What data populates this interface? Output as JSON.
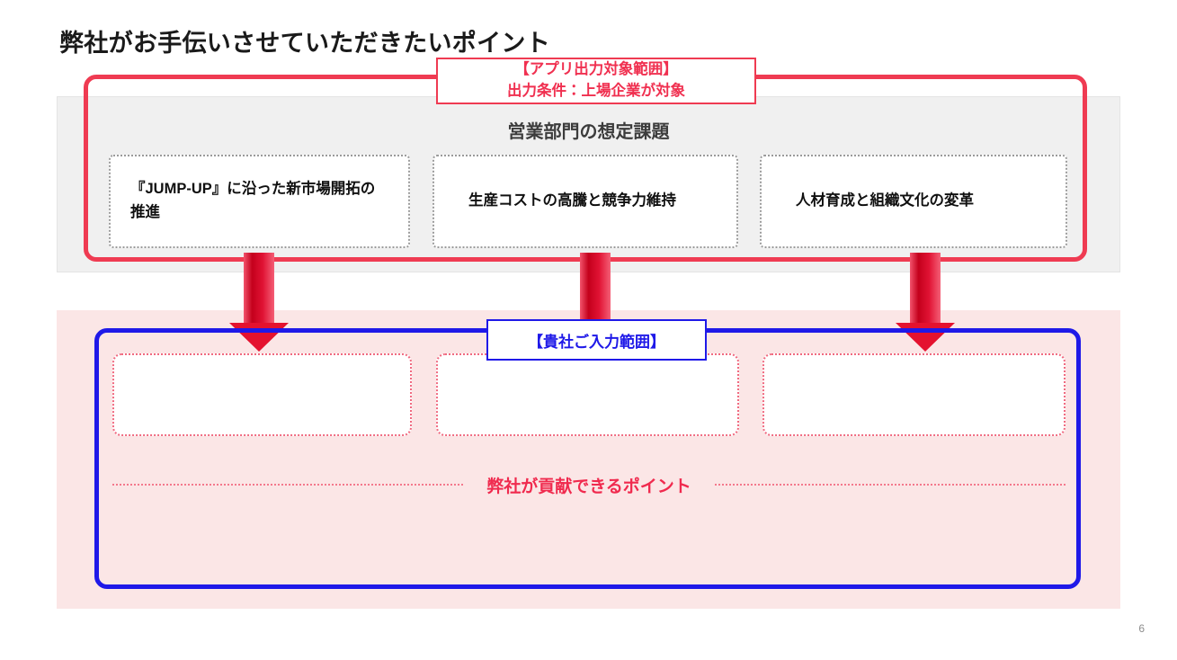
{
  "slide": {
    "title": "弊社がお手伝いさせていただきたいポイント",
    "page_number": "6"
  },
  "upper_section": {
    "heading": "営業部門の想定課題",
    "frame_color": "#ef3b52",
    "panel_color": "#f0f0f0",
    "issue_cards": [
      {
        "text": "『JUMP-UP』に沿った新市場開拓の推進"
      },
      {
        "text": "生産コストの高騰と競争力維持"
      },
      {
        "text": "人材育成と組織文化の変革"
      }
    ]
  },
  "callouts": {
    "app_scope": {
      "line1": "【アプリ出力対象範囲】",
      "line2": "出力条件：上場企業が対象",
      "color": "#f03050"
    },
    "customer_scope": {
      "line1": "【貴社ご入力範囲】",
      "color": "#1f19e8"
    }
  },
  "arrows": {
    "count": 3,
    "direction": "down",
    "color": "#e4122f"
  },
  "lower_section": {
    "frame_color": "#1f19e8",
    "panel_color": "#fbe6e6",
    "input_cards": [
      {
        "text": ""
      },
      {
        "text": ""
      },
      {
        "text": ""
      }
    ],
    "contribution_label": "弊社が貢献できるポイント"
  }
}
